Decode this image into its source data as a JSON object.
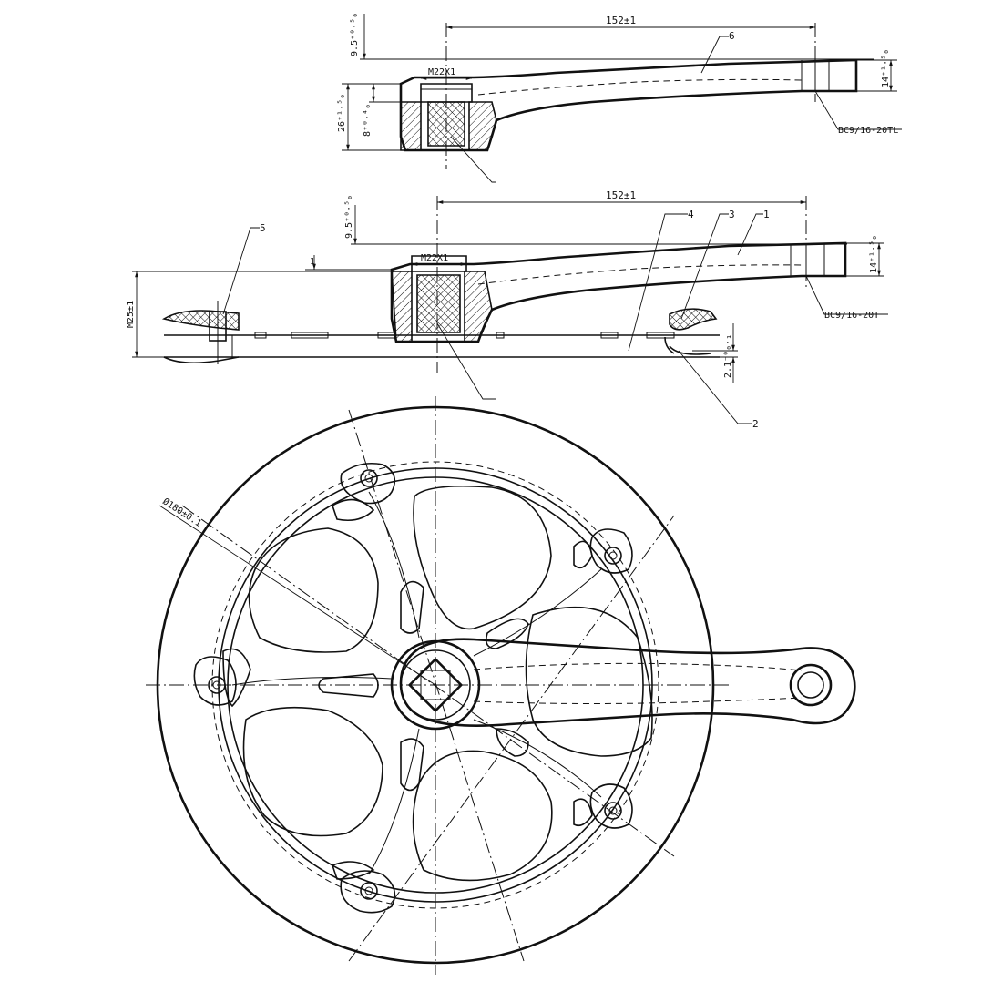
{
  "labels": {
    "top_width": "152±1",
    "top_offset": "9.5⁺⁰·⁵₀",
    "top_thread": "M22X1",
    "top_height": "26⁺¹·⁵₀",
    "top_inner": "8⁺⁰·⁴₀",
    "top_end": "14⁺¹·⁵₀",
    "top_pedal_thread": "BC9/16-20TL",
    "mid_width": "152±1",
    "mid_offset": "9.5⁺⁰·⁵₀",
    "mid_thread": "M22X1",
    "mid_small": "1",
    "mid_m": "M25±1",
    "mid_end": "14⁺¹·⁵₀",
    "mid_pedal_thread": "BC9/16-20T",
    "mid_tooth": "2.1⁻⁰₀·₁",
    "diameter": "Ø180±0.1"
  },
  "callouts": {
    "c1": "1",
    "c2": "2",
    "c3": "3",
    "c4": "4",
    "c5": "5",
    "c6": "6"
  }
}
